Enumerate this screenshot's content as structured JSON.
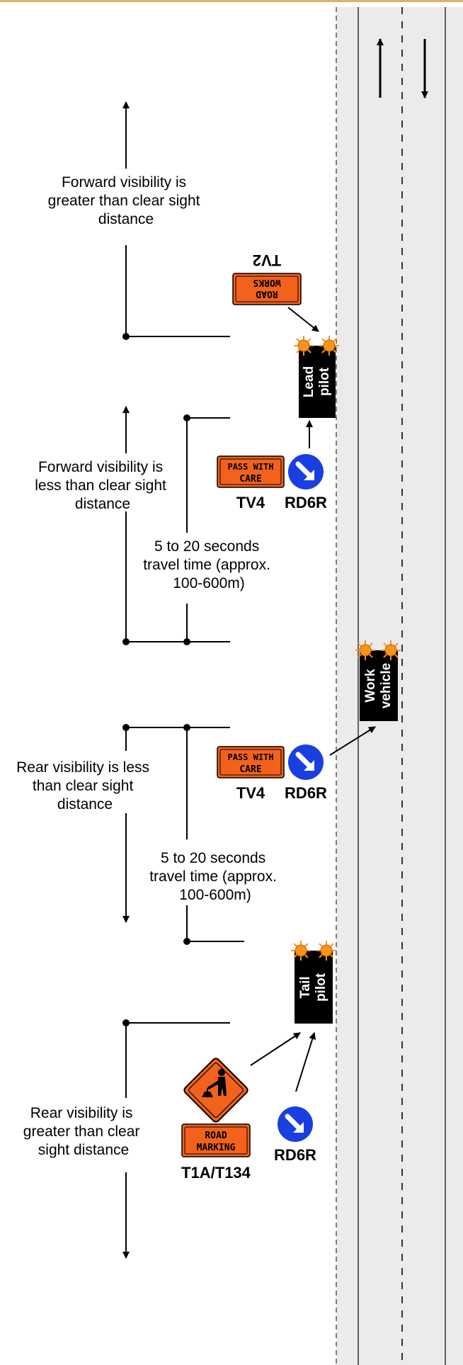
{
  "colors": {
    "road_fill": "#ebebeb",
    "sign_orange": "#f2621c",
    "beacon_orange": "#f7941d",
    "keep_right_blue": "#1a3fe0",
    "vehicle_black": "#000000",
    "top_border": "#d9b46a"
  },
  "annotations": {
    "fwd_greater": [
      "Forward visibility is",
      "greater than clear sight",
      "distance"
    ],
    "fwd_less": [
      "Forward visibility is",
      "less than clear sight",
      "distance"
    ],
    "travel_time_1": [
      "5 to 20 seconds",
      "travel time (approx.",
      "100-600m)"
    ],
    "rear_less": [
      "Rear visibility is less",
      "than clear sight",
      "distance"
    ],
    "travel_time_2": [
      "5 to 20 seconds",
      "travel time (approx.",
      "100-600m)"
    ],
    "rear_greater": [
      "Rear visibility is",
      "greater than clear",
      "sight distance"
    ]
  },
  "signs": {
    "tv2": {
      "code": "TV2",
      "lines": [
        "ROAD",
        "WORKS"
      ]
    },
    "tv4_a": {
      "code": "TV4",
      "lines": [
        "PASS WITH",
        "CARE"
      ]
    },
    "rd6r_a": {
      "code": "RD6R"
    },
    "tv4_b": {
      "code": "TV4",
      "lines": [
        "PASS WITH",
        "CARE"
      ]
    },
    "rd6r_b": {
      "code": "RD6R"
    },
    "t1a": {
      "code": "T1A/T134",
      "lines": [
        "ROAD",
        "MARKING"
      ]
    },
    "rd6r_c": {
      "code": "RD6R"
    }
  },
  "vehicles": {
    "lead": [
      "Lead",
      "pilot"
    ],
    "work": [
      "Work",
      "vehicle"
    ],
    "tail": [
      "Tail",
      "pilot"
    ]
  }
}
